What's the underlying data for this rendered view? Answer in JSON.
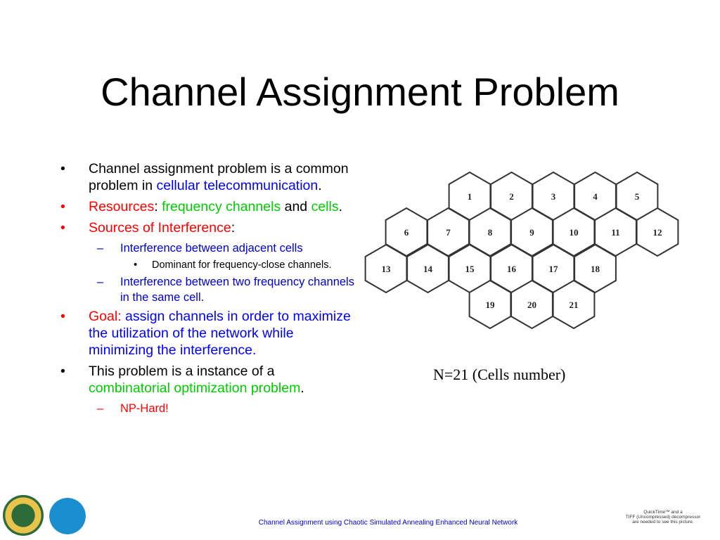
{
  "title": "Channel Assignment Problem",
  "bullets": {
    "b1": {
      "t1": "Channel assignment problem is a common problem in ",
      "t2": "cellular telecommunication",
      "t3": "."
    },
    "b2": {
      "t1": "Resources",
      "t2": ": ",
      "t3": "frequency channels",
      "t4": " and ",
      "t5": "cells",
      "t6": "."
    },
    "b3": {
      "t1": "Sources of Interference",
      "t2": ":",
      "sub1": "Interference between adjacent cells",
      "subsub": "Dominant for frequency-close channels.",
      "sub2a": "Interference between two frequency channels in the same cell",
      "sub2b": "."
    },
    "b4": {
      "t1": "Goal: ",
      "t2": "assign channels in order to maximize the utilization of the network while minimizing the interference."
    },
    "b5": {
      "t1": "This problem is a instance of a ",
      "t2": "combinatorial optimization problem",
      "t3": ".",
      "sub": "NP-Hard!"
    },
    "bullet": "•",
    "dash": "–"
  },
  "diagram": {
    "cells": [
      "1",
      "2",
      "3",
      "4",
      "5",
      "6",
      "7",
      "8",
      "9",
      "10",
      "11",
      "12",
      "13",
      "14",
      "15",
      "16",
      "17",
      "18",
      "19",
      "20",
      "21"
    ]
  },
  "caption": "N=21 (Cells number)",
  "footer": "Channel Assignment using Chaotic Simulated Annealing Enhanced Neural Network",
  "quicktime": [
    "QuickTime™ and a",
    "TIFF (Uncompressed) decompressor",
    "are needed to see this picture."
  ]
}
